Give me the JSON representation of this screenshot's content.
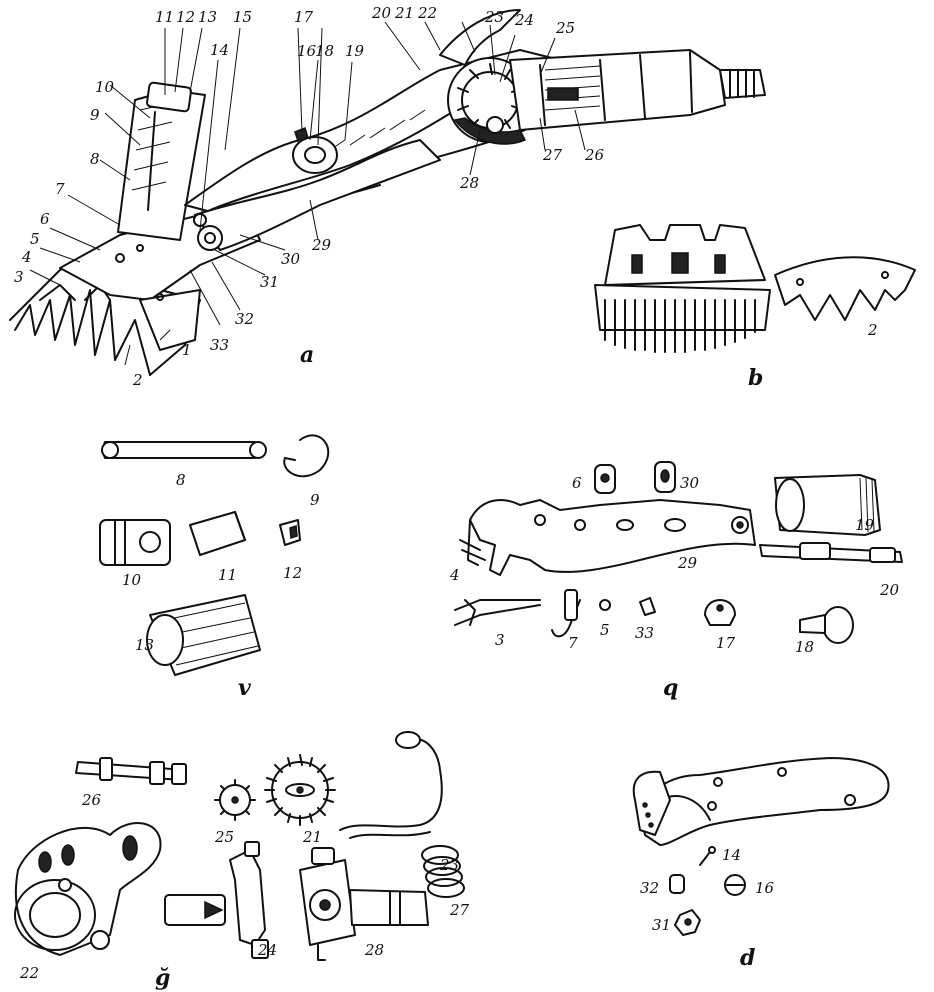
{
  "figure": {
    "sections": {
      "a": "a",
      "b": "b",
      "v": "v",
      "q": "q",
      "g": "ğ",
      "d": "d"
    },
    "assembly_labels": [
      "1",
      "2",
      "3",
      "4",
      "5",
      "6",
      "7",
      "8",
      "9",
      "10",
      "11",
      "12",
      "13",
      "14",
      "15",
      "16",
      "17",
      "18",
      "19",
      "20",
      "21",
      "22",
      "23",
      "24",
      "25",
      "26",
      "27",
      "28",
      "29",
      "30",
      "31",
      "32",
      "33"
    ],
    "cutter_labels": [
      "2"
    ],
    "part_labels_v": [
      "8",
      "9",
      "10",
      "11",
      "12",
      "13"
    ],
    "part_labels_q": [
      "6",
      "30",
      "19",
      "4",
      "29",
      "20",
      "3",
      "7",
      "5",
      "33",
      "17",
      "18"
    ],
    "part_labels_g": [
      "26",
      "25",
      "21",
      "23",
      "27",
      "22",
      "24",
      "28"
    ],
    "part_labels_d": [
      "14",
      "32",
      "16",
      "31"
    ]
  }
}
